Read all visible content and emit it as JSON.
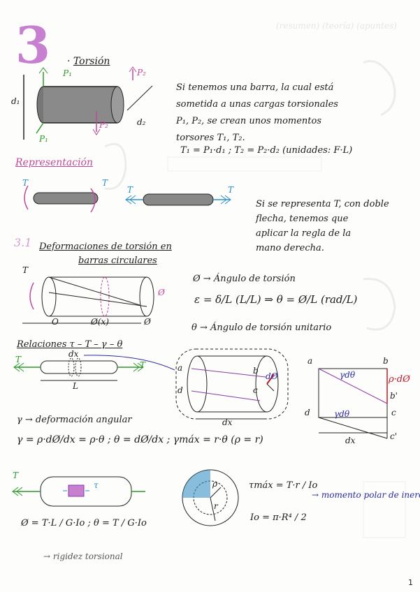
{
  "page_number": "1",
  "faded_header": "(resumen) (teoría) (apuntes)",
  "section": {
    "number": "3",
    "title": "Torsión"
  },
  "intro": {
    "labels": {
      "d1": "d₁",
      "d2": "d₂",
      "p1": "P₁",
      "p2": "P₂"
    },
    "text_lines": [
      "Si tenemos una barra, la cual está",
      "sometida a unas cargas torsionales",
      "P₁, P₂, se crean unos momentos",
      "torsores T₁, T₂."
    ],
    "formula": "T₁ = P₁·d₁ ; T₂ = P₂·d₂ (unidades: F·L)"
  },
  "representacion": {
    "heading": "Representación",
    "t_label": "T",
    "text_lines": [
      "Si se representa T, con doble",
      "flecha, tenemos que",
      "aplicar la regla de la",
      "mano derecha."
    ]
  },
  "deformaciones": {
    "number": "3.1",
    "heading_line1": "Deformaciones de torsión en",
    "heading_line2": "barras circulares",
    "labels": {
      "t": "T",
      "o": "O",
      "phi": "Ø",
      "phi_x": "Ø(x)"
    },
    "phi_def": "Ø → Ángulo de torsión",
    "epsilon_formula": "ε = δ/L (L/L) ⇒ θ = Ø/L (rad/L)",
    "theta_def": "θ → Ángulo de torsión unitario"
  },
  "relaciones": {
    "heading": "Relaciones τ – T – γ – θ",
    "labels": {
      "dx": "dx",
      "l": "L",
      "t": "T",
      "a": "a",
      "b": "b",
      "c": "c",
      "d": "d",
      "b_prime": "b'",
      "c_prime": "c'",
      "dphi": "dØ",
      "rho_dphi": "ρ·dØ",
      "gamma_dtheta": "γdθ"
    },
    "gamma_def": "γ → deformación angular",
    "gamma_formula": "γ = ρ·dØ/dx = ρ·θ ; θ = dØ/dx ; γmáx = r·θ (ρ = r)"
  },
  "final": {
    "labels": {
      "t": "T",
      "tau": "τ",
      "r": "r",
      "rho": "ρ"
    },
    "tau_max": "τmáx = T·r / Io",
    "momento_note": "→ momento polar de inercia",
    "io_formula": "Io = π·R⁴ / 2",
    "phi_formula": "Ø = T·L / G·Io ; θ = T / G·Io",
    "rigidez_note": "→ rigidez torsional"
  }
}
